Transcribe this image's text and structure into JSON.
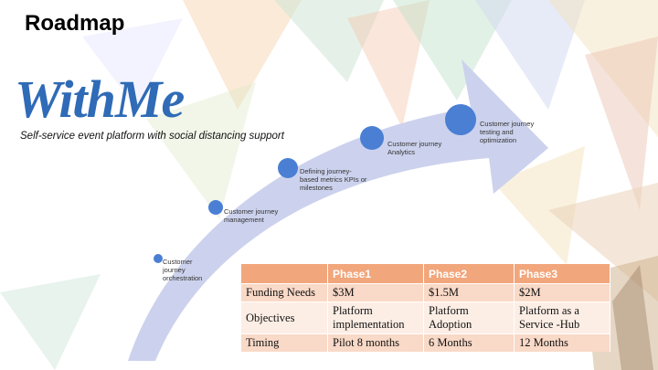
{
  "slide": {
    "title": "Roadmap",
    "brand": "WithMe",
    "tagline": "Self-service event platform with social distancing support"
  },
  "milestones": [
    {
      "label": "Customer\njourney\norchestration"
    },
    {
      "label": "Customer journey\nmanagement"
    },
    {
      "label": "Defining journey-\nbased metrics KPIs or\nmilestones"
    },
    {
      "label": "Customer journey\nAnalytics"
    },
    {
      "label": "Customer journey\ntesting and\noptimization"
    }
  ],
  "table": {
    "headers": [
      "",
      "Phase1",
      "Phase2",
      "Phase3"
    ],
    "rows": [
      {
        "label": "Funding Needs",
        "cells": [
          "$3M",
          "$1.5M",
          "$2M"
        ]
      },
      {
        "label": "Objectives",
        "cells": [
          "Platform implementation",
          "Platform Adoption",
          "Platform as a Service -Hub"
        ]
      },
      {
        "label": "Timing",
        "cells": [
          "Pilot 8 months",
          "6 Months",
          "12 Months"
        ]
      }
    ]
  },
  "colors": {
    "brand_blue": "#2f6bb6",
    "milestone_blue": "#4a7fd4",
    "arrow_fill": "#c9d0ec",
    "table_header": "#f2a67c",
    "table_row": "#f9d9c7"
  }
}
